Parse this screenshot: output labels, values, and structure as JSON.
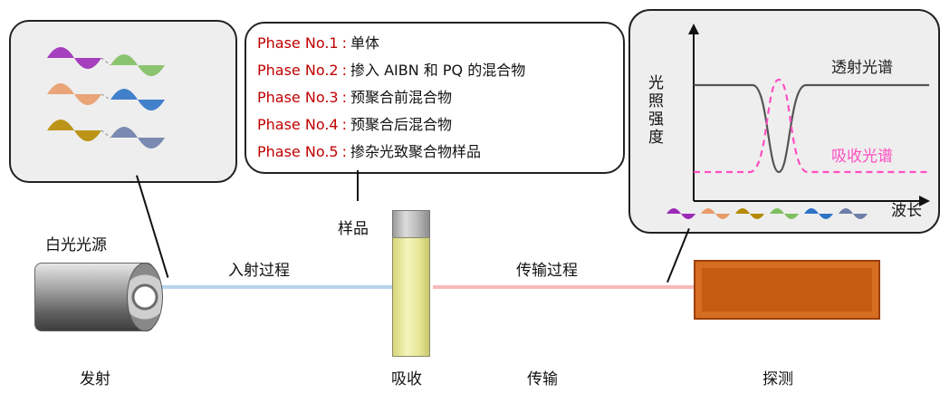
{
  "labels": {
    "source": "白光光源",
    "incident": "入射过程",
    "sample": "样品",
    "transmission": "传输过程",
    "emit": "发射",
    "absorb": "吸收",
    "transmit": "传输",
    "detect": "探测"
  },
  "phases": [
    {
      "key": "Phase No.1",
      "sep": ":",
      "desc": "单体"
    },
    {
      "key": "Phase No.2",
      "sep": ":",
      "desc": "掺入 AIBN 和 PQ 的混合物"
    },
    {
      "key": "Phase No.3",
      "sep": ":",
      "desc": "预聚合前混合物"
    },
    {
      "key": "Phase No.4",
      "sep": ":",
      "desc": "预聚合后混合物"
    },
    {
      "key": "Phase No.5",
      "sep": ":",
      "desc": "掺杂光致聚合物样品"
    }
  ],
  "spectrum": {
    "ylabel": "光照强度",
    "xlabel": "波长",
    "transmission_label": "透射光谱",
    "absorption_label": "吸收光谱"
  },
  "colors": {
    "phase_key": "#c00000",
    "absorption": "#ff4fc3",
    "transmission": "#555555",
    "beam_in": "#b7d3ec",
    "beam_out": "#f7b9b9",
    "detector": "#c55a11"
  }
}
